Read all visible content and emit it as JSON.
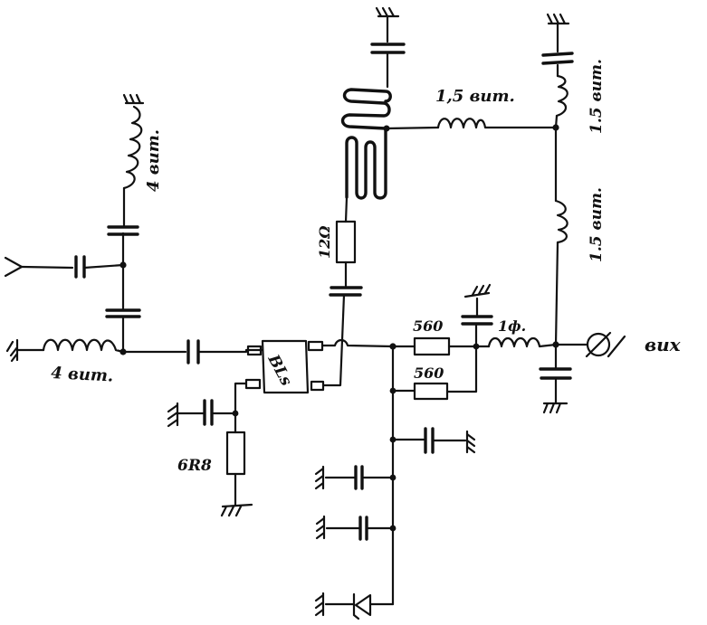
{
  "labels": {
    "in_coil": "4 вит.",
    "tap_coil": "4 вит.",
    "transistor": "BLs",
    "emitter_res": "6R8",
    "drain_res": "12Ω",
    "mid_coil": "1,5 вит.",
    "right_coil_top": "1.5 вит.",
    "right_coil_mid": "1.5 вит.",
    "res_a": "560",
    "res_b": "560",
    "out_coil": "1ф.",
    "output": "вих"
  }
}
